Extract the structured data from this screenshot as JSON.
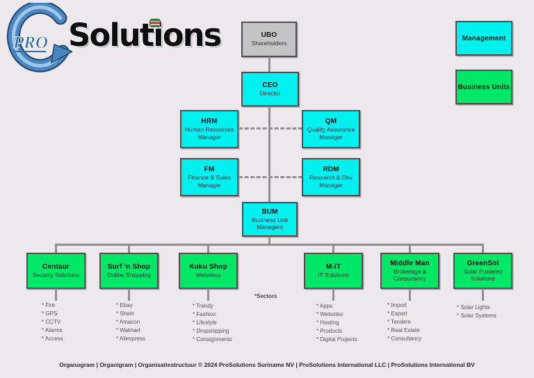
{
  "logo": {
    "pro": "PRO",
    "solutions": "Solutions"
  },
  "colors": {
    "management_box": "#00EFEF",
    "business_unit_box": "#00E767",
    "shareholder_box": "#C4C4C4",
    "connector_line": "#8F8F8F",
    "background": "#ECE8EC"
  },
  "legend": [
    {
      "label": "Management",
      "color": "#00EFEF"
    },
    {
      "label": "Business Units",
      "color": "#00E767"
    }
  ],
  "management": {
    "ubo": {
      "code": "UBO",
      "subtitle": "Shareholders"
    },
    "ceo": {
      "code": "CEO",
      "subtitle": "Director"
    },
    "hrm": {
      "code": "HRM",
      "subtitle": "Human Resources Manager"
    },
    "qm": {
      "code": "QM",
      "subtitle": "Quality Assurance Manager"
    },
    "fm": {
      "code": "FM",
      "subtitle": "Finance & Sales Manager"
    },
    "rdm": {
      "code": "RDM",
      "subtitle": "Research & Dev Manager"
    },
    "bum": {
      "code": "BUM",
      "subtitle": "Business Unit Managers"
    }
  },
  "units": [
    {
      "name": "Centaur",
      "subtitle": "Security Solutions",
      "items": [
        "Fire",
        "GPS",
        "CCTV",
        "Alarms",
        "Access"
      ]
    },
    {
      "name": "Surf 'n Shop",
      "subtitle": "Online Shopping",
      "items": [
        "Ebay",
        "Shein",
        "Amazon",
        "Walmart",
        "Aliexpress"
      ]
    },
    {
      "name": "Kuku Shop",
      "subtitle": "Webshop",
      "items": [
        "Trendy",
        "Fashion",
        "Lifestyle",
        "Dropshipping",
        "Consignments"
      ]
    },
    {
      "name": "M-iT",
      "subtitle": "IT Solutions",
      "items": [
        "Apps",
        "Websites",
        "Hosting",
        "Products",
        "Digital Projects"
      ]
    },
    {
      "name": "Middle Man",
      "subtitle": "Brokerage & Consultancy",
      "items": [
        "Import",
        "Export",
        "Tenders",
        "Real Estate",
        "Consultancy"
      ]
    },
    {
      "name": "GreenSol",
      "subtitle": "Solar Powered Solutions",
      "items": [
        "Solar Lights",
        "Solar Systems"
      ]
    }
  ],
  "sectors_note": "*Sectors",
  "footer": "Organogram | Organigram | Organisatiestructuur © 2024 ProSolutions Suriname NV | ProSolutions International LLC | ProSolutions International BV"
}
